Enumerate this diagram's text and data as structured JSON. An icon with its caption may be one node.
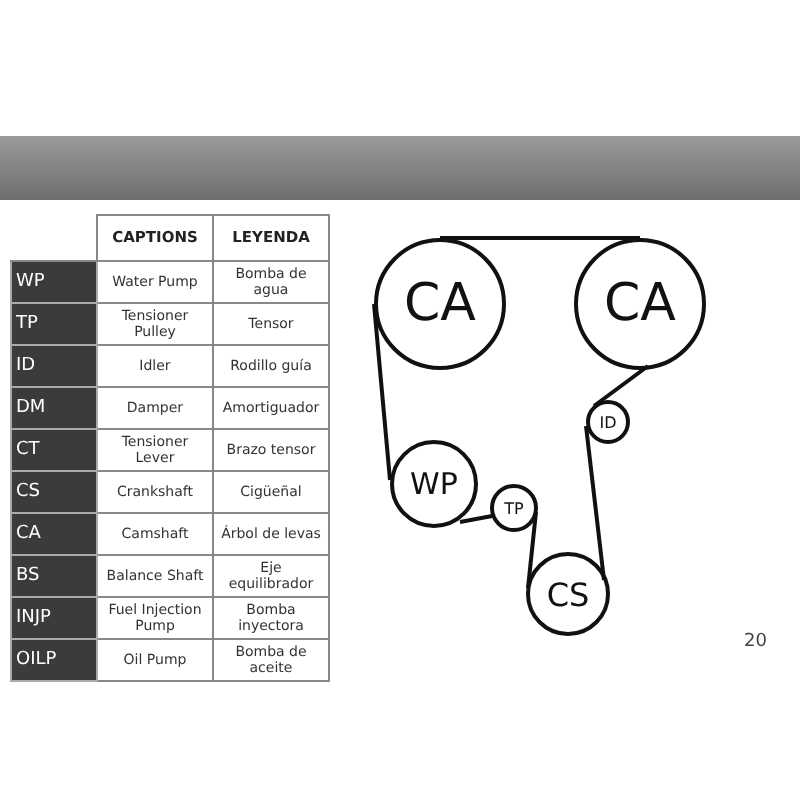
{
  "diagram": {
    "nodes": [
      {
        "text": [
          "CA"
        ]
      },
      {
        "text": [
          "CA"
        ]
      },
      {
        "text": [
          "ID"
        ]
      },
      {
        "text": [
          "WP"
        ]
      },
      {
        "text": [
          "TP"
        ]
      },
      {
        "text": [
          "CS"
        ]
      }
    ],
    "edges": [
      {
        "from": 0,
        "to": 1,
        "arrow": "none"
      },
      {
        "from": 1,
        "to": 2,
        "arrow": "none"
      },
      {
        "from": 2,
        "to": 5,
        "arrow": "none"
      },
      {
        "from": 5,
        "to": 4,
        "arrow": "none"
      },
      {
        "from": 4,
        "to": 3,
        "arrow": "none"
      },
      {
        "from": 3,
        "to": 0,
        "arrow": "none"
      }
    ],
    "labels": [
      "CAPTIONS",
      "LEYENDA",
      "WP",
      "Water Pump",
      "Bomba de agua",
      "TP",
      "Tensioner Pulley",
      "Tensor",
      "ID",
      "Idler",
      "Rodillo guía",
      "DM",
      "Damper",
      "Amortiguador",
      "CT",
      "Tensioner Lever",
      "Brazo tensor",
      "CS",
      "Crankshaft",
      "Cigüeñal",
      "CA",
      "Camshaft",
      "Árbol de levas",
      "BS",
      "Balance Shaft",
      "Eje equilibrador",
      "INJP",
      "Fuel Injection Pump",
      "Bomba inyectora",
      "OILP",
      "Oil Pump",
      "Bomba de aceite",
      "20"
    ]
  }
}
